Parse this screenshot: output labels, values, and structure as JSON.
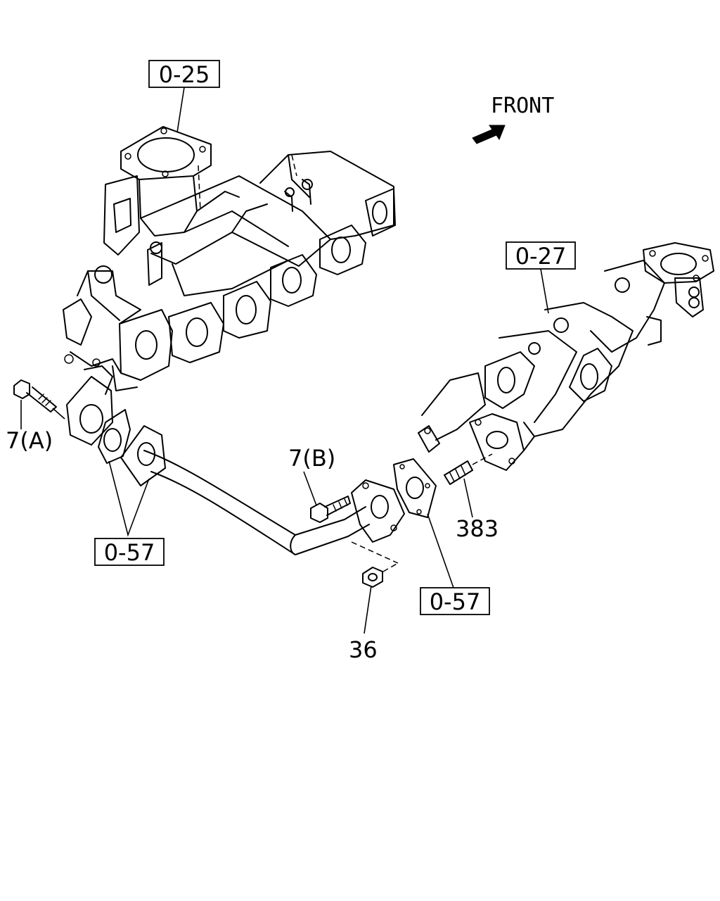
{
  "labels": {
    "ref_intake_manifold": "0-25",
    "ref_exhaust_manifold": "0-27",
    "ref_gasket_left": "0-57",
    "ref_gasket_right": "0-57",
    "bolt_a": "7(A)",
    "bolt_b": "7(B)",
    "stud": "383",
    "nut": "36",
    "front": "FRONT"
  }
}
